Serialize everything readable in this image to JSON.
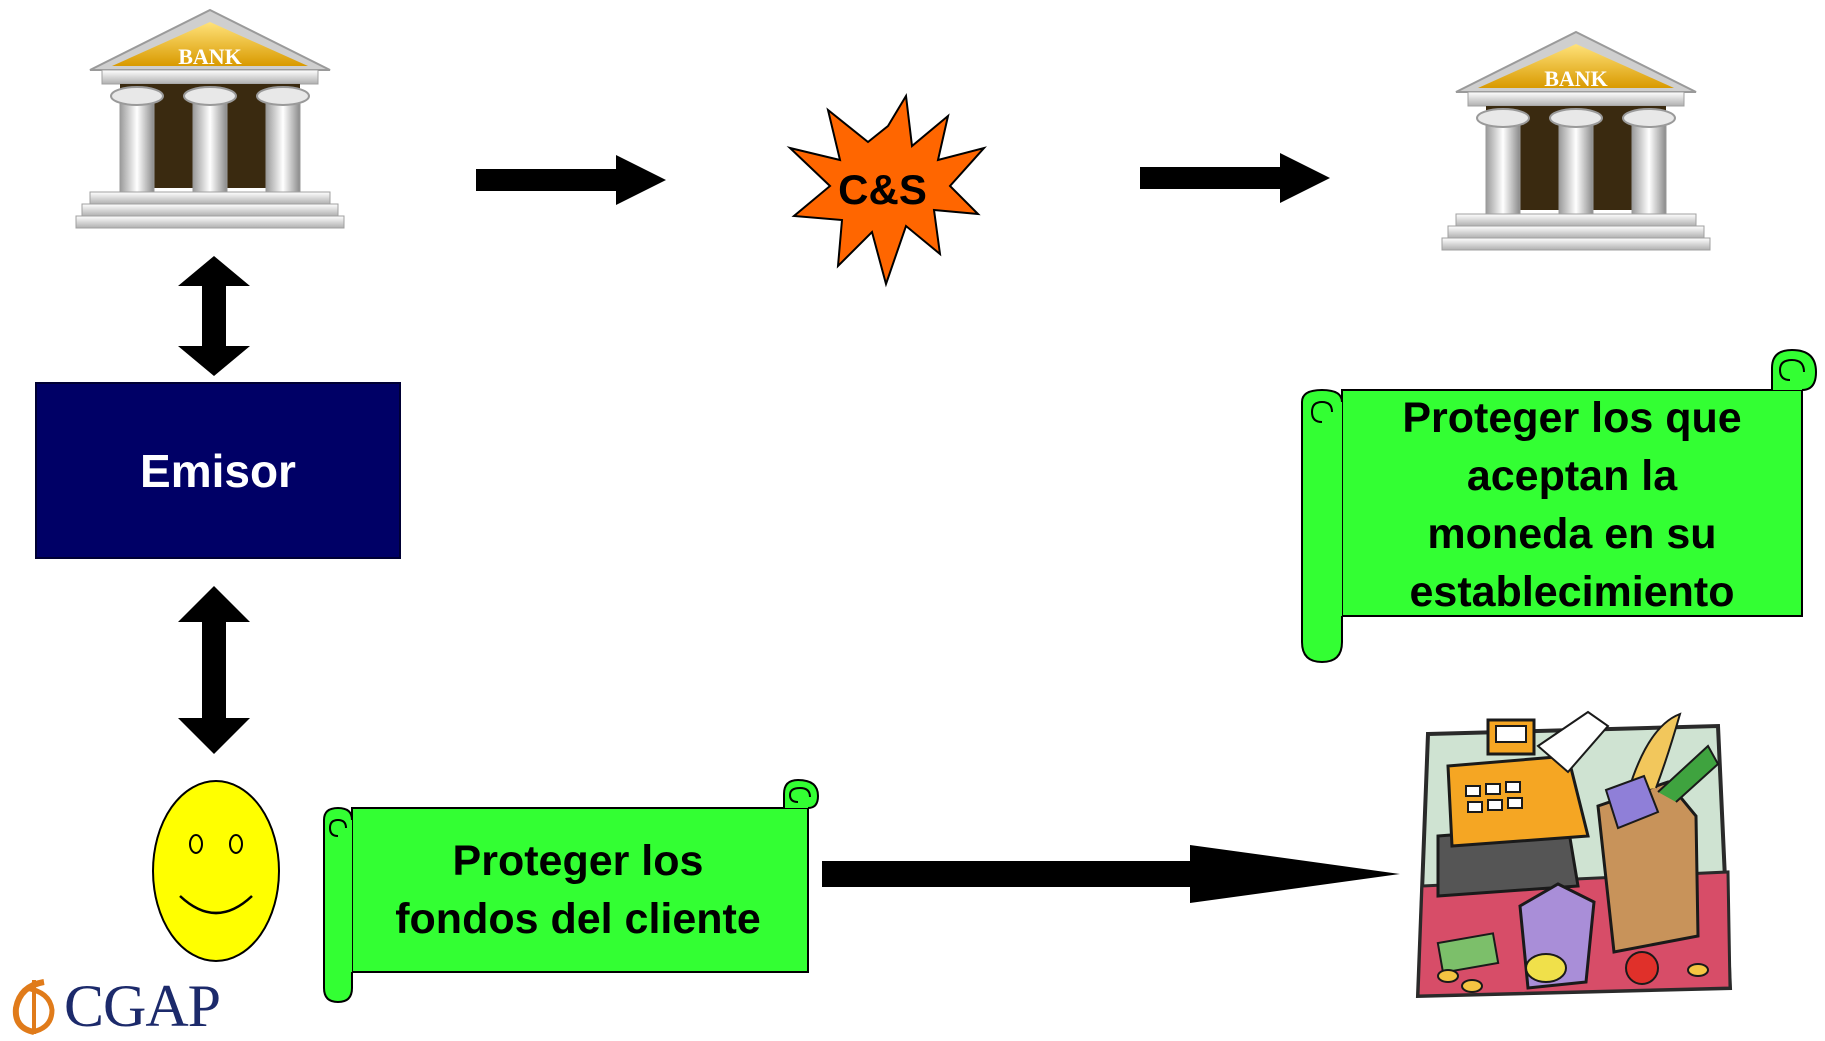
{
  "nodes": {
    "emisor": "Emisor",
    "clearing": "C&S",
    "bank_left_sign": "BANK",
    "bank_right_sign": "BANK"
  },
  "scrolls": {
    "merchant_protection": [
      "Proteger los que",
      "aceptan la",
      "moneda en su",
      "establecimiento"
    ],
    "client_protection": [
      "Proteger los",
      "fondos del cliente"
    ]
  },
  "logo": {
    "text": "CGAP"
  },
  "icons": [
    "bank-icon",
    "bank-icon",
    "starburst-icon",
    "smiley-face-icon",
    "shop-groceries-icon",
    "double-arrow-icon",
    "arrow-right-icon"
  ],
  "colors": {
    "emisor_box": "#000066",
    "scroll_fill": "#33ff33",
    "starburst_fill": "#ff6600",
    "smiley_fill": "#ffff00",
    "bank_gold": "#f2b800",
    "logo_blue": "#1c2a6b",
    "logo_orange": "#e07b1a"
  }
}
